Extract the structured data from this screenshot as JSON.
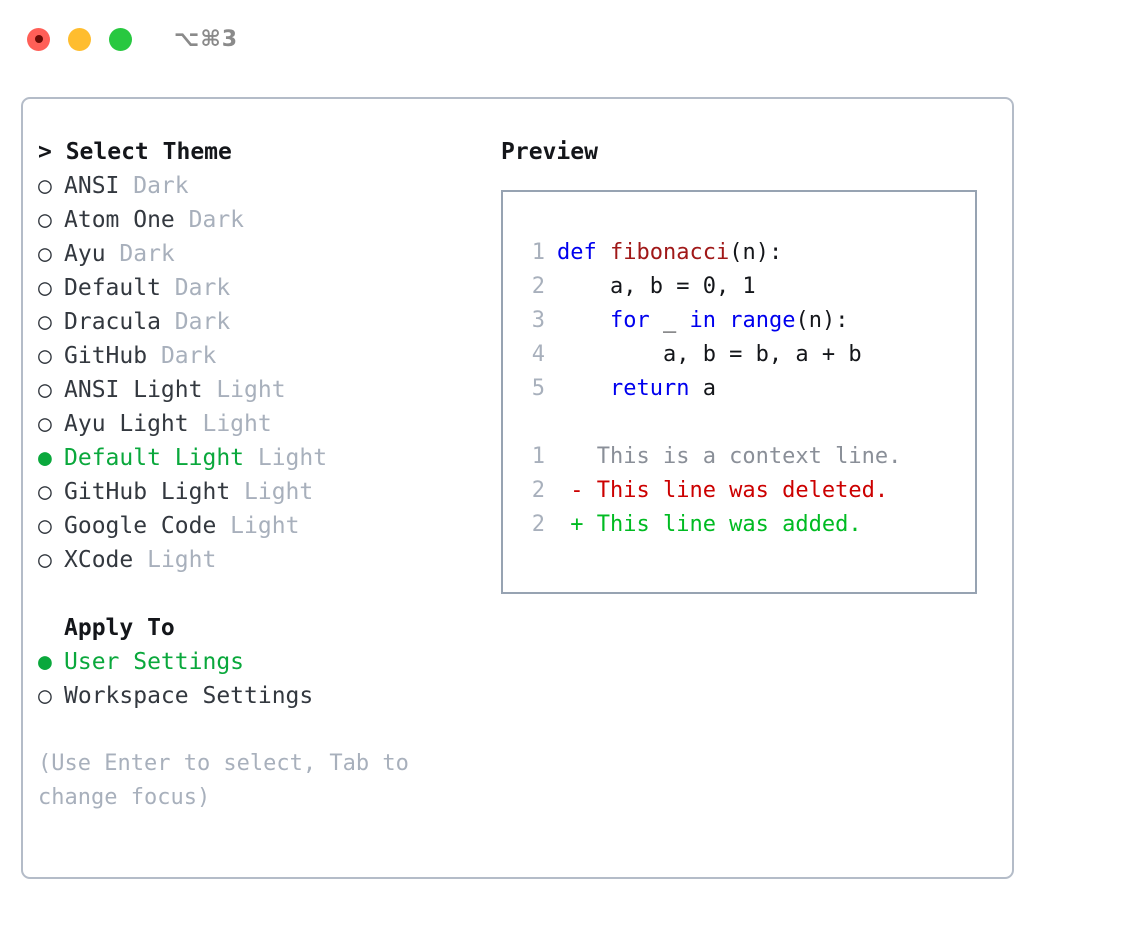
{
  "titlebar": {
    "lights": [
      {
        "name": "close",
        "color": "#ff5f57"
      },
      {
        "name": "minimize",
        "color": "#ffbd2e"
      },
      {
        "name": "maximize",
        "color": "#28c840"
      }
    ],
    "shortcut": "⌥⌘3"
  },
  "theme_picker": {
    "header": "> Select Theme",
    "items": [
      {
        "marker": "○",
        "label": "ANSI",
        "category": "Dark",
        "selected": false
      },
      {
        "marker": "○",
        "label": "Atom One",
        "category": "Dark",
        "selected": false
      },
      {
        "marker": "○",
        "label": "Ayu",
        "category": "Dark",
        "selected": false
      },
      {
        "marker": "○",
        "label": "Default",
        "category": "Dark",
        "selected": false
      },
      {
        "marker": "○",
        "label": "Dracula",
        "category": "Dark",
        "selected": false
      },
      {
        "marker": "○",
        "label": "GitHub",
        "category": "Dark",
        "selected": false
      },
      {
        "marker": "○",
        "label": "ANSI Light",
        "category": "Light",
        "selected": false
      },
      {
        "marker": "○",
        "label": "Ayu Light",
        "category": "Light",
        "selected": false
      },
      {
        "marker": "●",
        "label": "Default Light",
        "category": "Light",
        "selected": true
      },
      {
        "marker": "○",
        "label": "GitHub Light",
        "category": "Light",
        "selected": false
      },
      {
        "marker": "○",
        "label": "Google Code",
        "category": "Light",
        "selected": false
      },
      {
        "marker": "○",
        "label": "XCode",
        "category": "Light",
        "selected": false
      }
    ]
  },
  "apply_to": {
    "header": "Apply To",
    "items": [
      {
        "marker": "●",
        "label": "User Settings",
        "selected": true
      },
      {
        "marker": "○",
        "label": "Workspace Settings",
        "selected": false
      }
    ]
  },
  "hint": "(Use Enter to select, Tab to change focus)",
  "preview": {
    "title": "Preview",
    "code_lines": [
      {
        "no": "1",
        "segments": [
          {
            "text": "def ",
            "style": "kw"
          },
          {
            "text": "fibonacci",
            "style": "fn"
          },
          {
            "text": "(n):",
            "style": "plain"
          }
        ]
      },
      {
        "no": "2",
        "segments": [
          {
            "text": "    a, b = 0, 1",
            "style": "plain"
          }
        ]
      },
      {
        "no": "3",
        "segments": [
          {
            "text": "    ",
            "style": "plain"
          },
          {
            "text": "for",
            "style": "kw"
          },
          {
            "text": " _ ",
            "style": "plain"
          },
          {
            "text": "in",
            "style": "kw"
          },
          {
            "text": " ",
            "style": "plain"
          },
          {
            "text": "range",
            "style": "kw"
          },
          {
            "text": "(n):",
            "style": "plain"
          }
        ]
      },
      {
        "no": "4",
        "segments": [
          {
            "text": "        a, b = b, a + b",
            "style": "plain"
          }
        ]
      },
      {
        "no": "5",
        "segments": [
          {
            "text": "    ",
            "style": "plain"
          },
          {
            "text": "return",
            "style": "kw"
          },
          {
            "text": " a",
            "style": "plain"
          }
        ]
      }
    ],
    "diff_lines": [
      {
        "no": "1",
        "segments": [
          {
            "text": "   This is a context line.",
            "style": "ctx"
          }
        ]
      },
      {
        "no": "2",
        "segments": [
          {
            "text": " - This line was deleted.",
            "style": "del"
          }
        ]
      },
      {
        "no": "2",
        "segments": [
          {
            "text": " + This line was added.",
            "style": "add"
          }
        ]
      }
    ]
  },
  "colors": {
    "accent_green": "#0aa83c",
    "dim_gray": "#a8b0bc",
    "keyword_blue": "#0000ee",
    "function_red": "#a01818",
    "diff_delete": "#cc0000",
    "diff_add": "#00bb22",
    "border": "#b4bcc8"
  }
}
